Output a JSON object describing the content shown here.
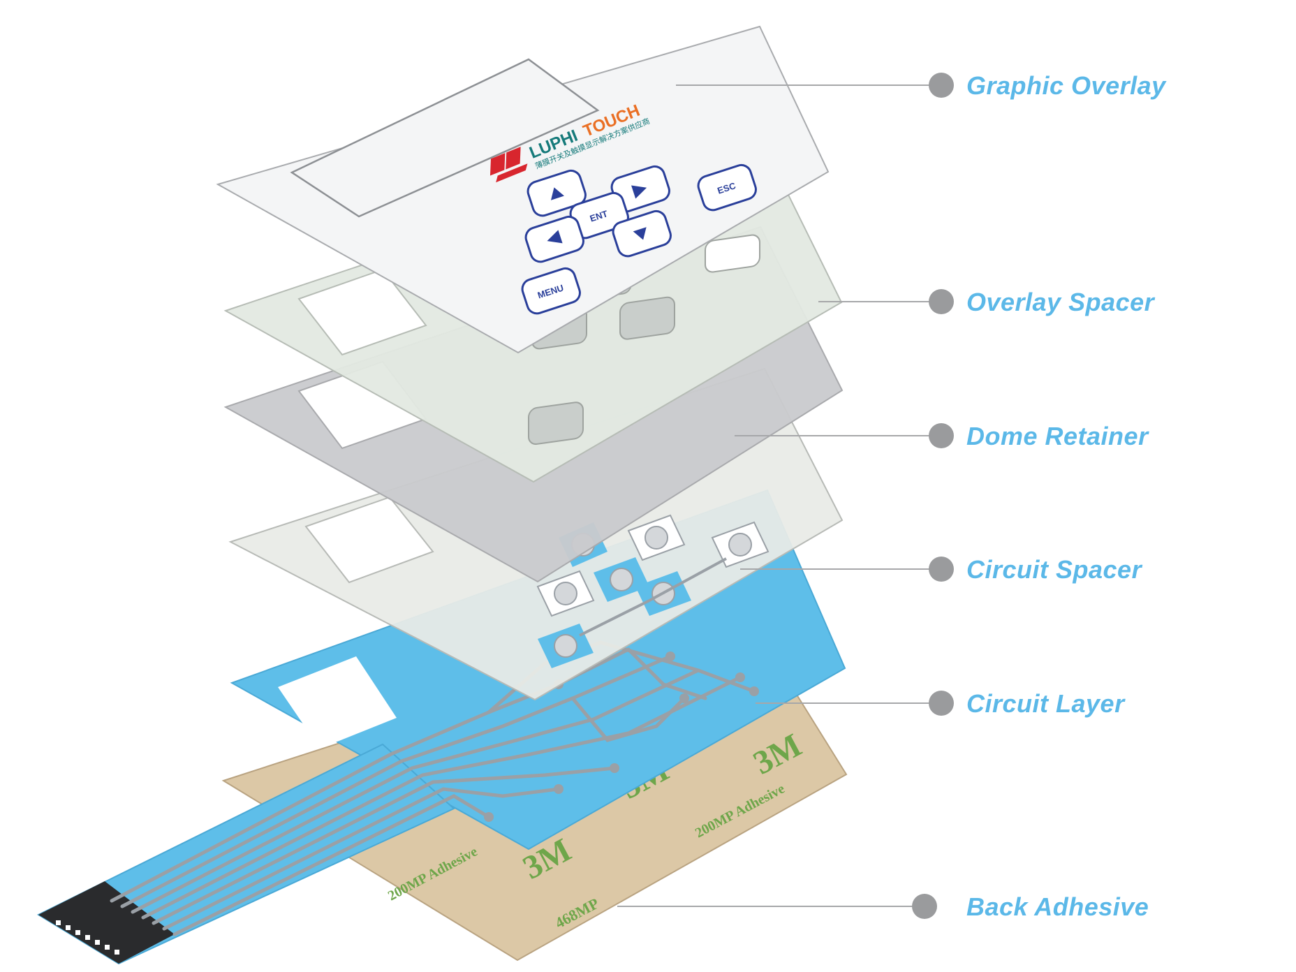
{
  "colors": {
    "label": "#5bb8e8",
    "dot": "#9a9b9d",
    "leader": "#a6a7a9",
    "key_blue": "#2a3f9a",
    "circuit_blue": "#5ebee9",
    "trace_grey": "#9aa0a6",
    "adhesive_tan": "#dcc8a6",
    "adhesive_green": "#6ea64a",
    "logo_red": "#d8262e",
    "logo_teal": "#157a7a",
    "logo_orange": "#ea6f24"
  },
  "labels": [
    {
      "id": "graphic-overlay",
      "text": "Graphic Overlay"
    },
    {
      "id": "overlay-spacer",
      "text": "Overlay Spacer"
    },
    {
      "id": "dome-retainer",
      "text": "Dome Retainer"
    },
    {
      "id": "circuit-spacer",
      "text": "Circuit Spacer"
    },
    {
      "id": "circuit-layer",
      "text": "Circuit Layer"
    },
    {
      "id": "back-adhesive",
      "text": "Back Adhesive"
    }
  ],
  "overlay": {
    "logo_prefix": "LUPHI",
    "logo_suffix": "TOUCH",
    "logo_tagline": "薄膜开关及触摸显示解决方案供应商",
    "keys": {
      "ent": "ENT",
      "esc": "ESC",
      "menu": "MENU"
    }
  },
  "adhesive": {
    "brand": "3M",
    "model": "468MP",
    "caption": "200MP Adhesive"
  }
}
